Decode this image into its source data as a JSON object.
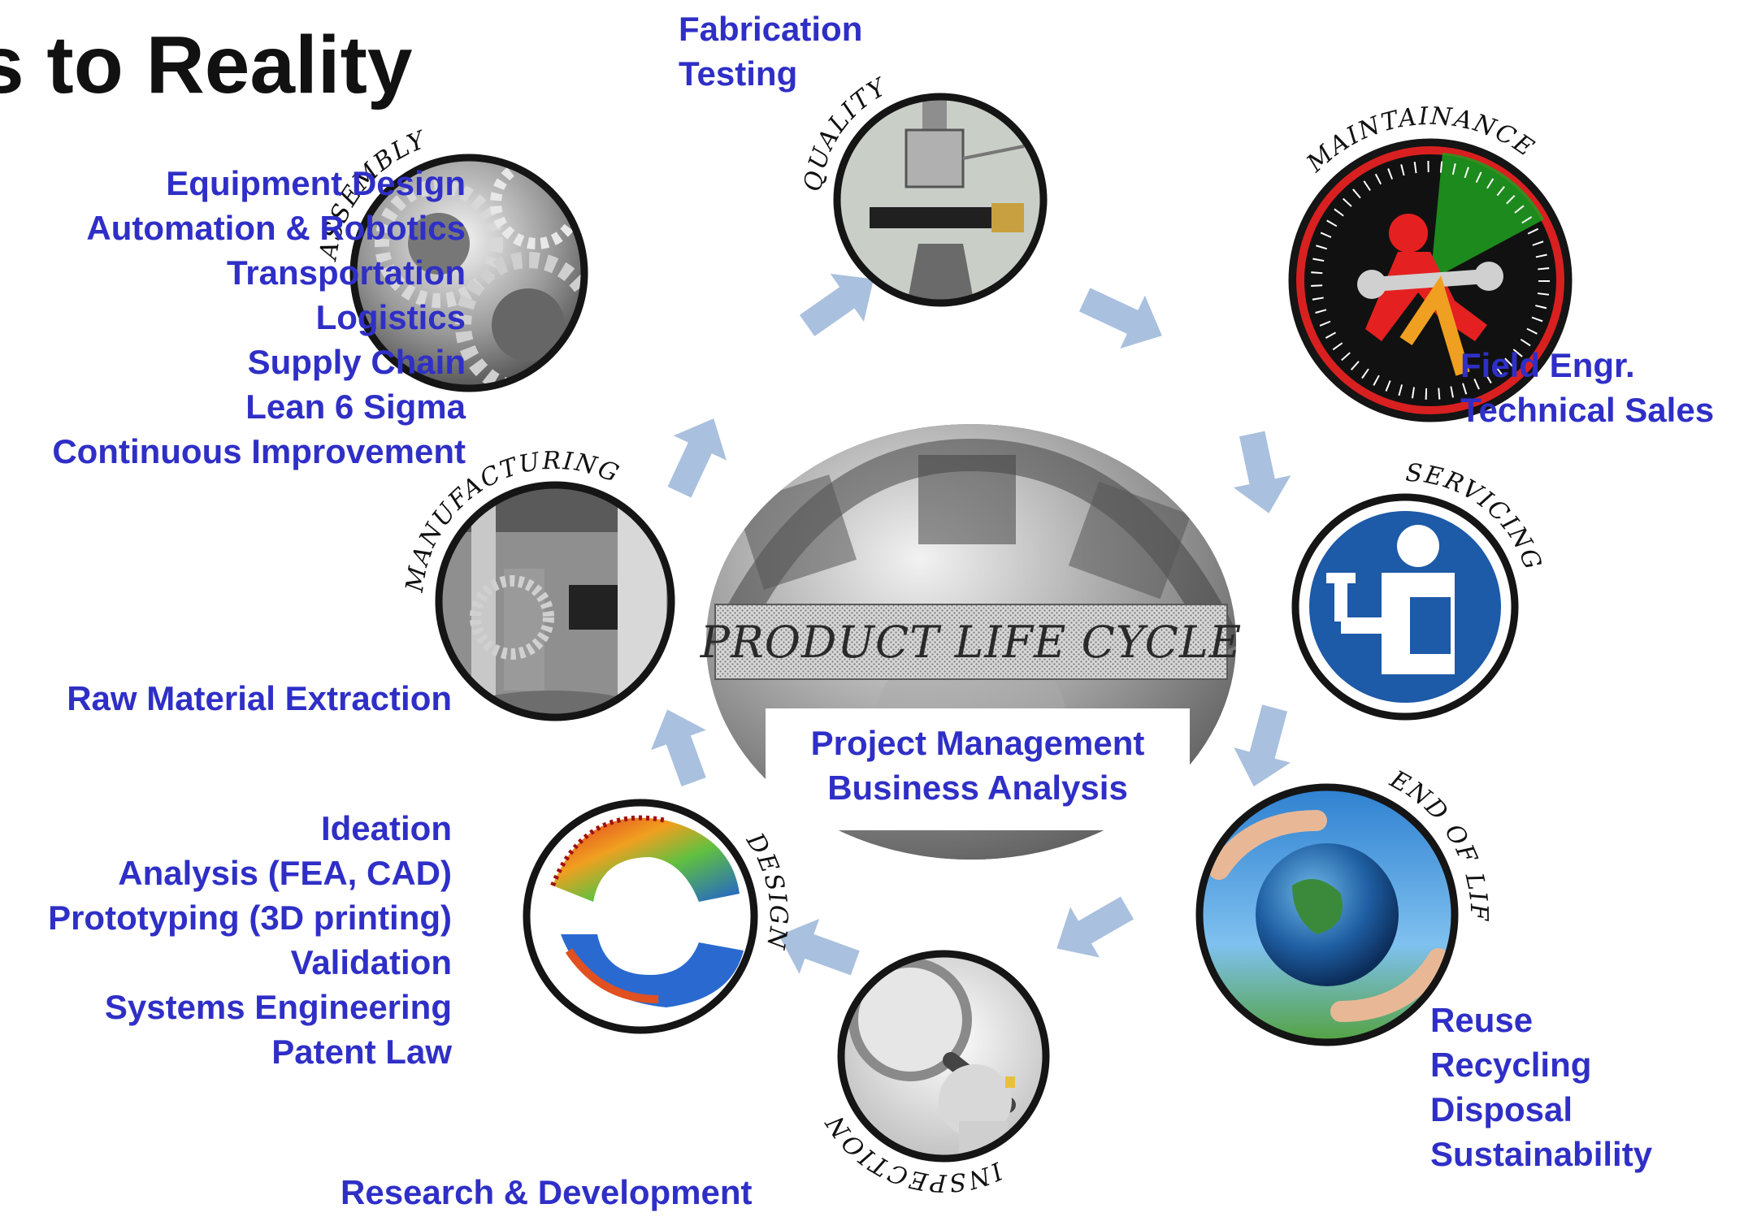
{
  "title": "s to Reality",
  "center": {
    "title": "PRODUCT LIFE CYCLE",
    "items": [
      "Project Management",
      "Business Analysis"
    ]
  },
  "stages": {
    "assembly": "ASSEMBLY",
    "quality": "QUALITY",
    "maintainance": "MAINTAINANCE",
    "servicing": "SERVICING",
    "end_of_life": "END OF LIFE",
    "inspection": "INSPECTION",
    "design": "DESIGN",
    "manufacturing": "MANUFACTURING"
  },
  "careers": {
    "quality": [
      "Fabrication",
      "Testing"
    ],
    "assembly": [
      "Equipment Design",
      "Automation & Robotics",
      "Transportation",
      "Logistics",
      "Supply Chain",
      "Lean 6 Sigma",
      "Continuous Improvement"
    ],
    "maintainance": [
      "Field Engr.",
      "Technical Sales"
    ],
    "manufacturing": [
      "Raw Material Extraction"
    ],
    "design": [
      "Ideation",
      "Analysis (FEA, CAD)",
      "Prototyping (3D printing)",
      "Validation",
      "Systems Engineering",
      "Patent Law"
    ],
    "inspection": [
      "Research & Development"
    ],
    "end_of_life": [
      "Reuse",
      "Recycling",
      "Disposal",
      "Sustainability"
    ]
  },
  "colors": {
    "career_text": "#2f2fc7",
    "arrow": "#a9c0de",
    "circle_border": "#151515"
  }
}
